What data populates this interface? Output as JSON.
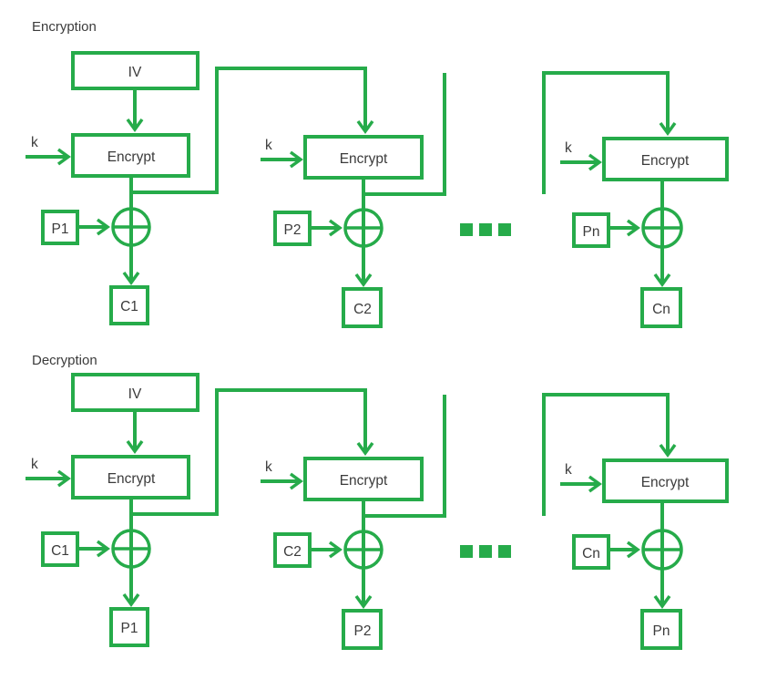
{
  "colors": {
    "diagram_green": "#26ab4a",
    "label_text": "#3b3b3b",
    "background": "#ffffff"
  },
  "encryption": {
    "section_title": "Encryption",
    "iv_label": "IV",
    "continuation_icon": "ellipsis-squares",
    "blocks": [
      {
        "key_label": "k",
        "cipher_label": "Encrypt",
        "input_label": "P1",
        "output_label": "C1"
      },
      {
        "key_label": "k",
        "cipher_label": "Encrypt",
        "input_label": "P2",
        "output_label": "C2"
      },
      {
        "key_label": "k",
        "cipher_label": "Encrypt",
        "input_label": "Pn",
        "output_label": "Cn"
      }
    ]
  },
  "decryption": {
    "section_title": "Decryption",
    "iv_label": "IV",
    "continuation_icon": "ellipsis-squares",
    "blocks": [
      {
        "key_label": "k",
        "cipher_label": "Encrypt",
        "input_label": "C1",
        "output_label": "P1"
      },
      {
        "key_label": "k",
        "cipher_label": "Encrypt",
        "input_label": "C2",
        "output_label": "P2"
      },
      {
        "key_label": "k",
        "cipher_label": "Encrypt",
        "input_label": "Cn",
        "output_label": "Pn"
      }
    ]
  }
}
